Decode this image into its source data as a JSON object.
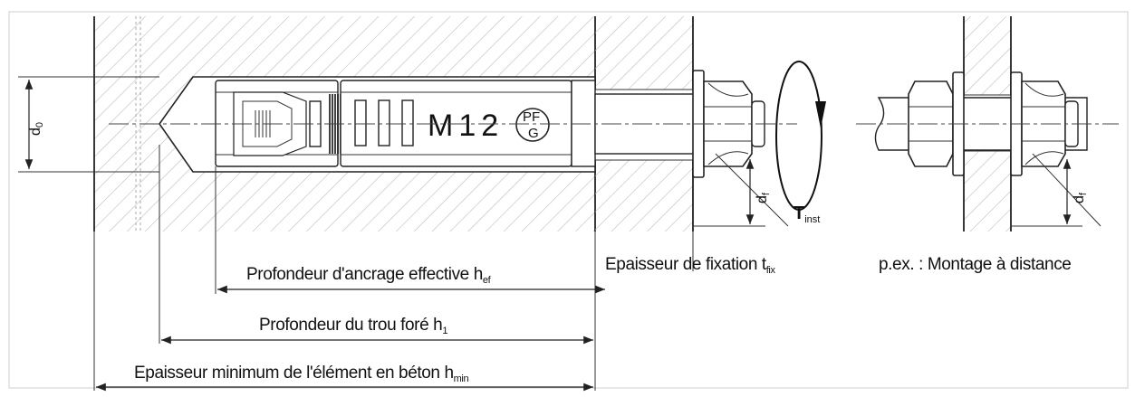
{
  "marking": {
    "size": "M12",
    "logo_top": "PF",
    "logo_bottom": "G"
  },
  "symbols": {
    "d0": "d",
    "d0_sub": "0",
    "df_1": "d",
    "df_1_sub": "f",
    "df_2": "d",
    "df_2_sub": "f",
    "torque": "T",
    "torque_sub": "inst"
  },
  "labels": {
    "hef_text": "Profondeur d'ancrage effective h",
    "hef_sub": "ef",
    "tfix_text": "Epaisseur de fixation t",
    "tfix_sub": "fix",
    "h1_text": "Profondeur du trou foré h",
    "h1_sub": "1",
    "hmin_text": "Epaisseur minimum de l'élément en béton h",
    "hmin_sub": "min",
    "standoff_text": "p.ex. : Montage à distance"
  }
}
